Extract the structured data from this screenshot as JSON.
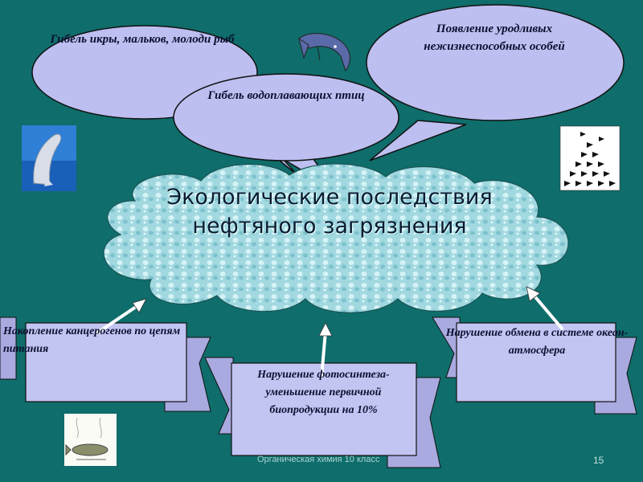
{
  "slide": {
    "title": "Экологические последствия нефтяного загрязнения",
    "bubbles": [
      "Гибель икры, мальков, молоди рыб",
      "Появление уродливых нежизнеспособных особей",
      "Гибель водоплавающих птиц"
    ],
    "effects": [
      "Накопление канцерогенов по цепям питания",
      "Нарушение фотосинтеза-уменьшение первичной биопродукции на 10%",
      "Нарушение обмена в системе океан-атмосфера"
    ],
    "footer": "Органическая химия 10 класс",
    "slide_number": "15"
  },
  "colors": {
    "background": "#0f6d6b",
    "bubble_fill": "#bdbff0",
    "banner_fill": "#c2c4f2",
    "cloud_fill": "#9fd6de"
  }
}
